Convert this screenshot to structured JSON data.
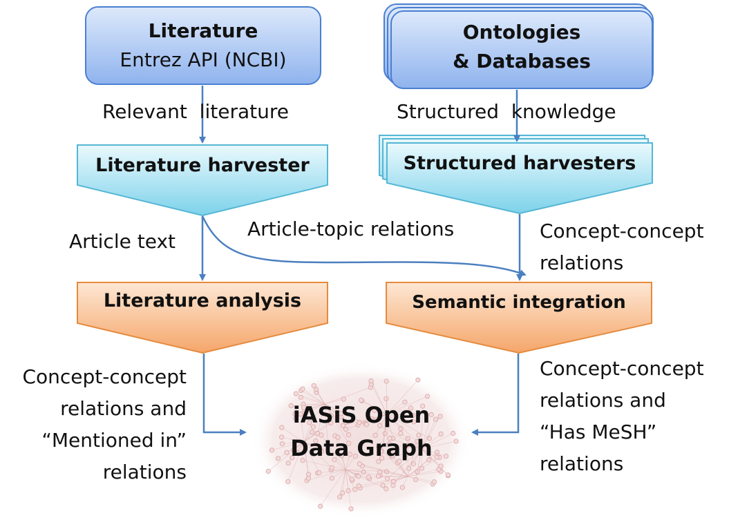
{
  "source_literature": {
    "title": "Literature",
    "subtitle": "Entrez API (NCBI)"
  },
  "source_ontologies": {
    "line1": "Ontologies",
    "line2": "& Databases"
  },
  "edge_relevant_literature": "Relevant  literature",
  "edge_structured_knowledge": "Structured  knowledge",
  "literature_harvester": "Literature harvester",
  "structured_harvesters": "Structured harvesters",
  "edge_article_text": "Article text",
  "edge_article_topic": "Article-topic relations",
  "edge_concept_concept_1": [
    "Concept-concept",
    "relations"
  ],
  "literature_analysis": "Literature analysis",
  "semantic_integration": "Semantic integration",
  "edge_left_bottom": [
    "Concept-concept",
    "relations and",
    "“Mentioned in”",
    "relations"
  ],
  "edge_right_bottom": [
    "Concept-concept",
    "relations and",
    "“Has MeSH”",
    "relations"
  ],
  "graph_title": [
    "iASiS Open",
    "Data Graph"
  ],
  "colors": {
    "blue_box_top": "#dbe8fb",
    "blue_box_bottom": "#8fb4ee",
    "blue_border": "#4a7fd0",
    "cyan_top": "#e9f8fc",
    "cyan_bottom": "#7ed3ea",
    "cyan_border": "#54b6d4",
    "orange_top": "#fde6d2",
    "orange_bottom": "#f5a76a",
    "orange_border": "#e58a3d",
    "arrow": "#4a7fc0",
    "graph_node": "#d9a7a7"
  }
}
